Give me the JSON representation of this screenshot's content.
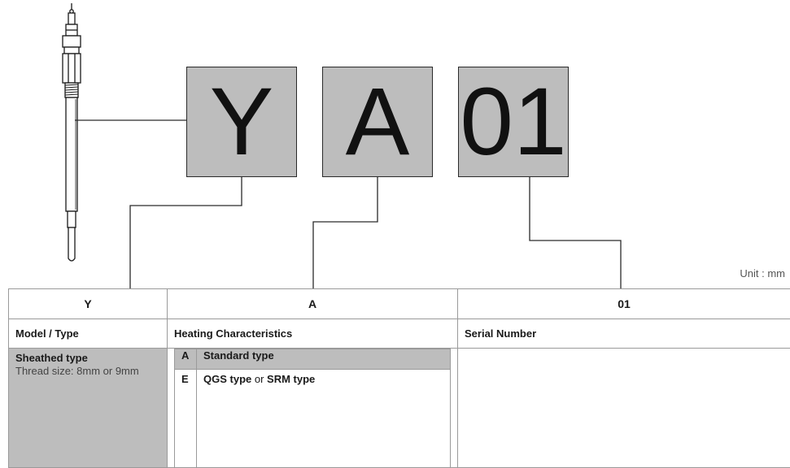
{
  "code": {
    "model": "Y",
    "heating": "A",
    "serial": "01"
  },
  "unit_label": "Unit : mm",
  "table": {
    "headers": [
      "Y",
      "A",
      "01"
    ],
    "subheaders": [
      "Model / Type",
      "Heating Characteristics",
      "Serial Number"
    ],
    "model": {
      "title": "Sheathed type",
      "description": "Thread size: 8mm or 9mm"
    },
    "heating": [
      {
        "code": "A",
        "label": "Standard type"
      },
      {
        "code": "E",
        "label_parts": [
          "QGS type",
          " or ",
          "SRM type"
        ]
      }
    ],
    "serial_text": ""
  },
  "colors": {
    "box_fill": "#bdbdbd",
    "line": "#2a2a2a",
    "border": "#9a9a9a"
  },
  "icons": [
    "glow-plug-icon"
  ]
}
